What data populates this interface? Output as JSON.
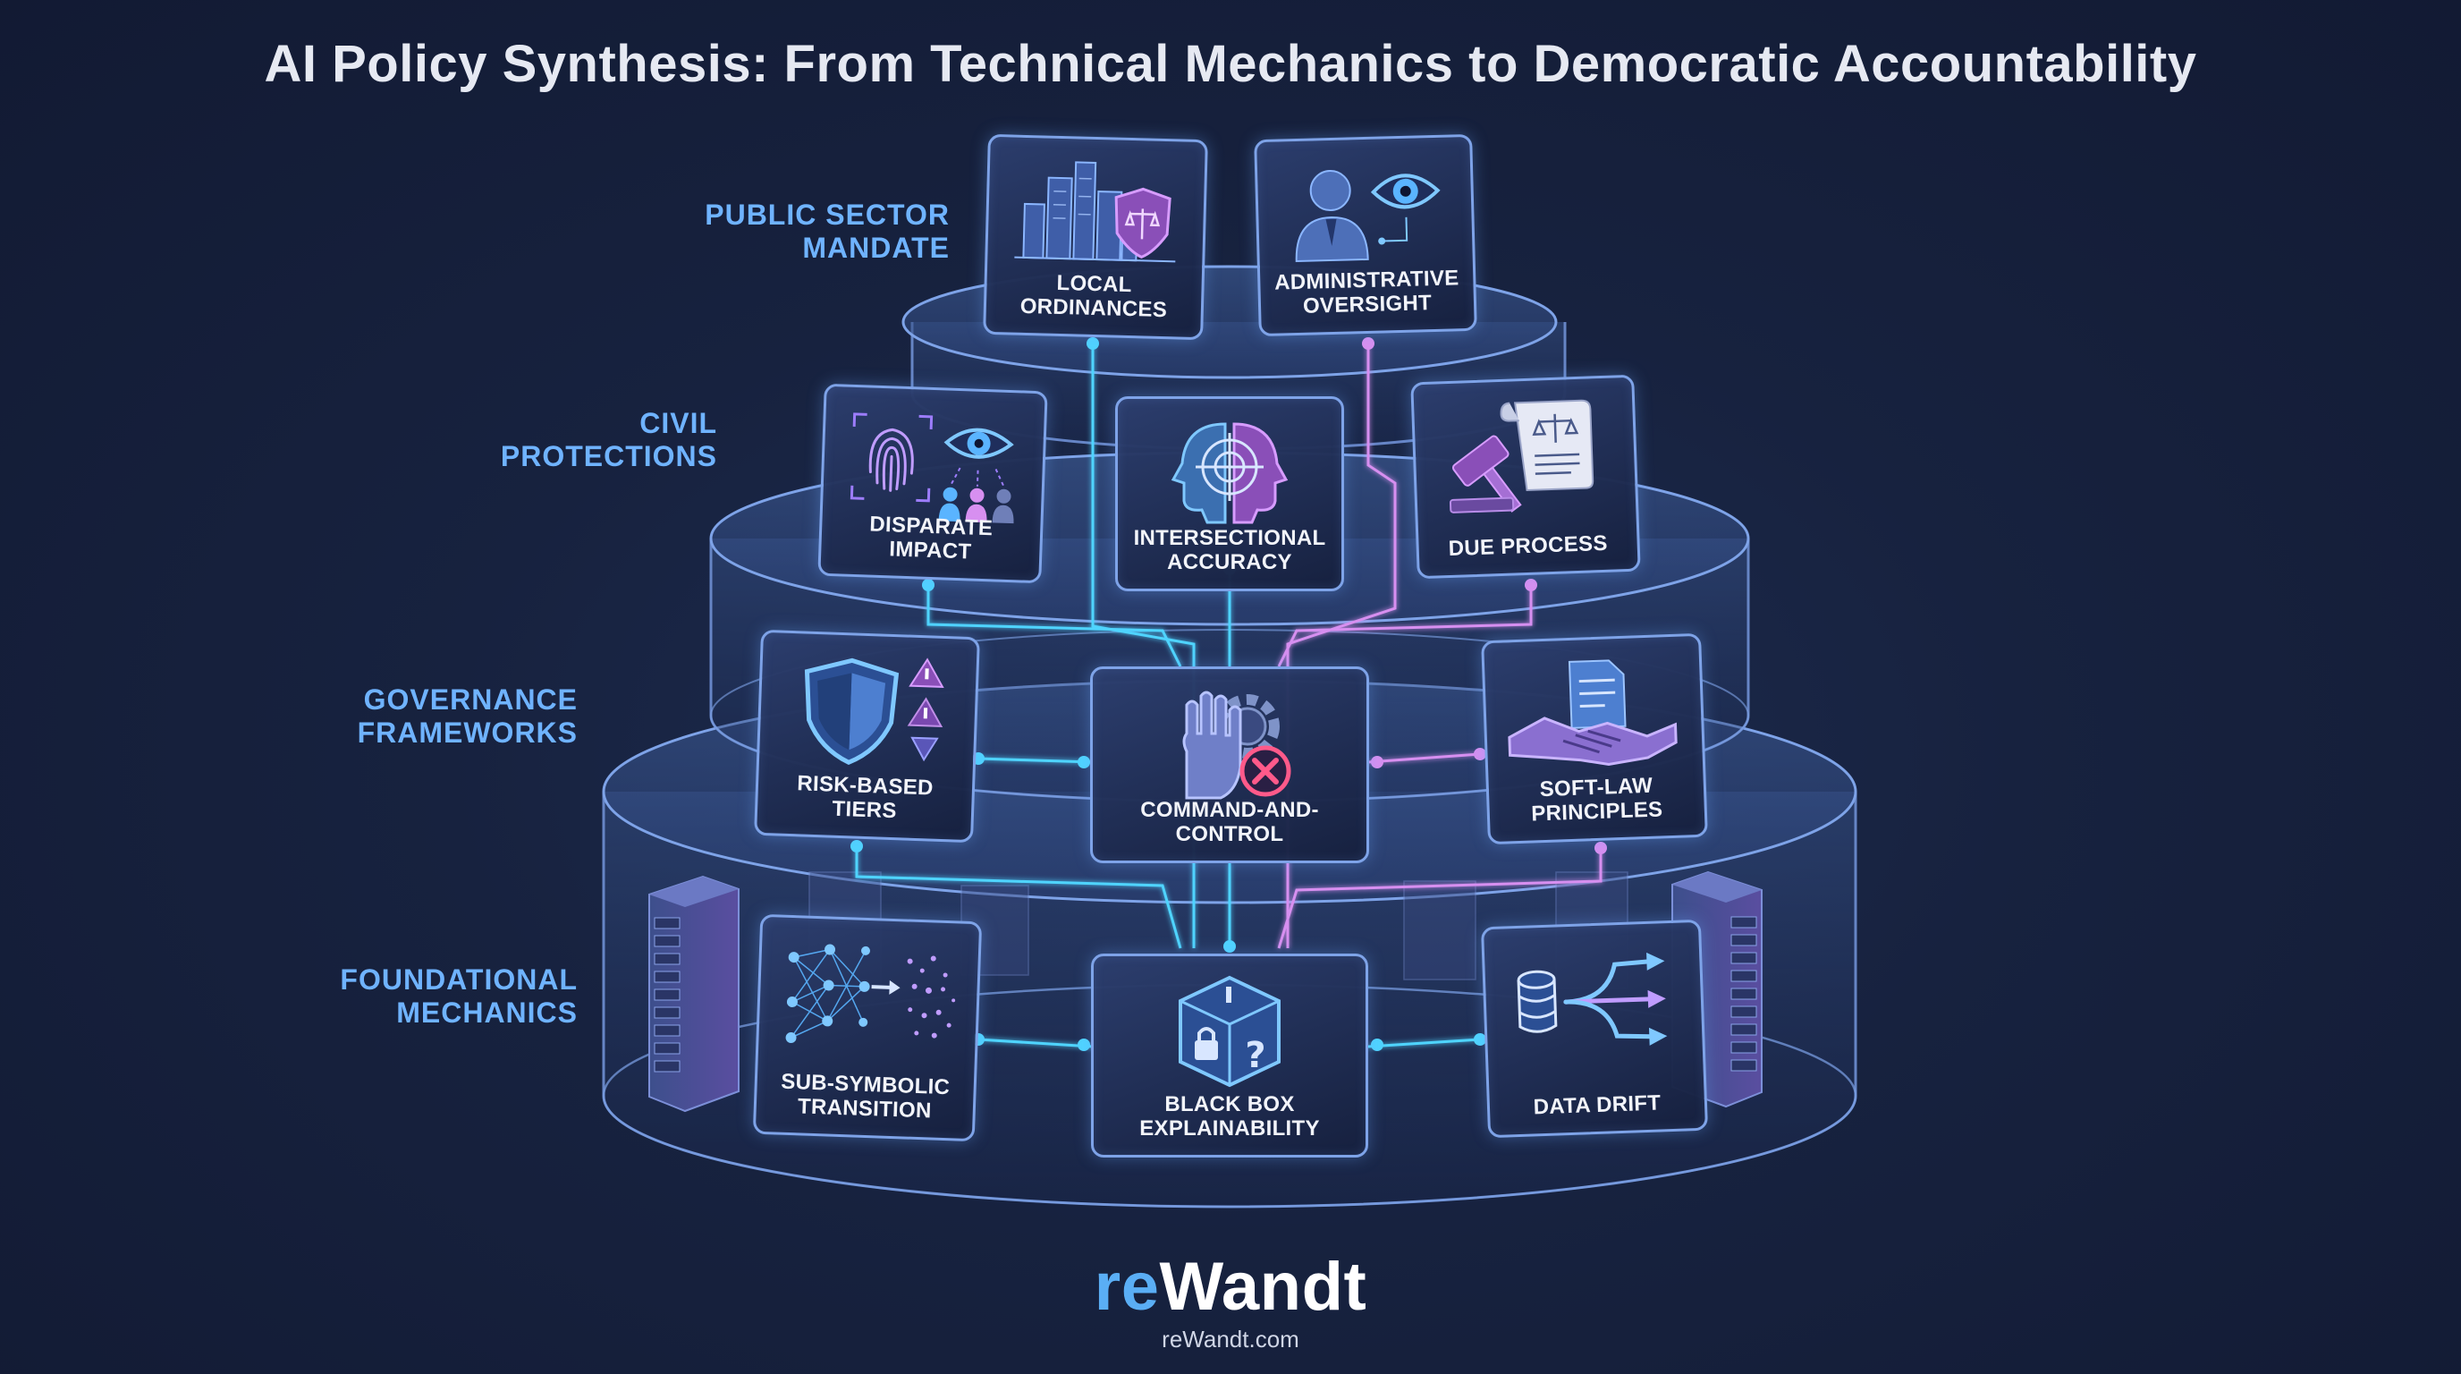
{
  "title": "AI Policy Synthesis: From Technical Mechanics to Democratic Accountability",
  "tiers": {
    "public": {
      "line1": "PUBLIC SECTOR",
      "line2": "MANDATE"
    },
    "civil": {
      "line1": "CIVIL",
      "line2": "PROTECTIONS"
    },
    "governance": {
      "line1": "GOVERNANCE",
      "line2": "FRAMEWORKS"
    },
    "foundational": {
      "line1": "FOUNDATIONAL",
      "line2": "MECHANICS"
    }
  },
  "cards": {
    "local_ordinances": {
      "line1": "LOCAL",
      "line2": "ORDINANCES"
    },
    "administrative_oversight": {
      "line1": "ADMINISTRATIVE",
      "line2": "OVERSIGHT"
    },
    "disparate_impact": {
      "line1": "DISPARATE IMPACT"
    },
    "intersectional_accuracy": {
      "line1": "INTERSECTIONAL",
      "line2": "ACCURACY"
    },
    "due_process": {
      "line1": "DUE PROCESS"
    },
    "risk_based_tiers": {
      "line1": "RISK-BASED TIERS"
    },
    "command_and_control": {
      "line1": "COMMAND-AND-CONTROL"
    },
    "soft_law_principles": {
      "line1": "SOFT-LAW",
      "line2": "PRINCIPLES"
    },
    "sub_symbolic_transition": {
      "line1": "SUB-SYMBOLIC",
      "line2": "TRANSITION"
    },
    "black_box_explainability": {
      "line1": "BLACK BOX",
      "line2": "EXPLAINABILITY"
    },
    "data_drift": {
      "line1": "DATA DRIFT"
    }
  },
  "brand": {
    "prefix": "re",
    "suffix": "Wandt",
    "url": "reWandt.com"
  },
  "colors": {
    "background": "#17223f",
    "accent_blue": "#5aaef5",
    "label_blue": "#6fb3ff",
    "connector_cyan": "#4fd4ff",
    "connector_pink": "#d78ff0",
    "card_border": "#7ea3e8"
  },
  "icons": [
    "city-skyline-icon",
    "shield-scales-icon",
    "official-eye-icon",
    "fingerprint-icon",
    "eye-icon",
    "people-icon",
    "head-target-icon",
    "gavel-document-icon",
    "shield-warning-icon",
    "hand-gear-stop-icon",
    "handshake-document-icon",
    "neural-network-icon",
    "locked-box-question-icon",
    "database-branch-icon",
    "server-rack-icon"
  ]
}
